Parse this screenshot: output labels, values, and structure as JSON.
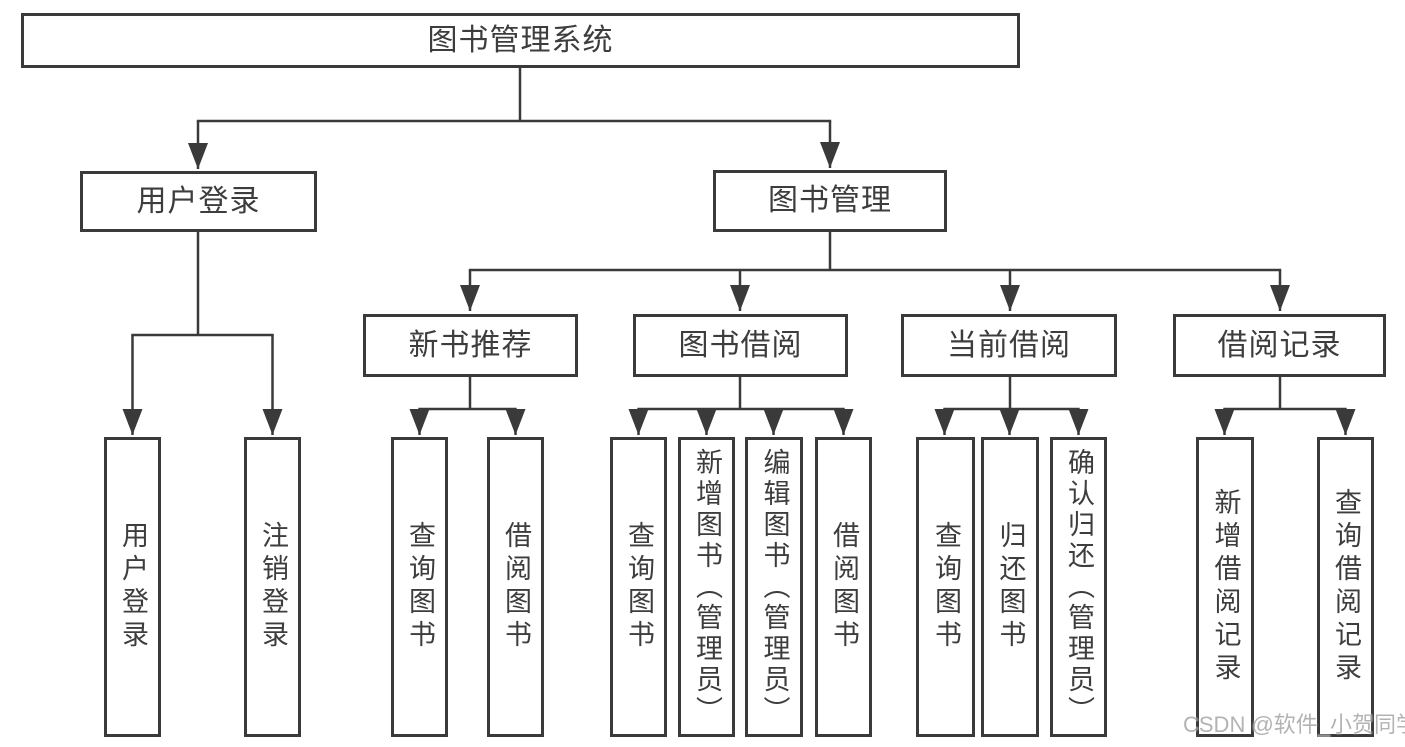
{
  "diagram": {
    "root": {
      "label": "图书管理系统"
    },
    "branches": [
      {
        "label": "用户登录"
      },
      {
        "label": "图书管理"
      }
    ],
    "modules": [
      {
        "label": "新书推荐"
      },
      {
        "label": "图书借阅"
      },
      {
        "label": "当前借阅"
      },
      {
        "label": "借阅记录"
      }
    ],
    "leaves": [
      {
        "label": "用户登录"
      },
      {
        "label": "注销登录"
      },
      {
        "label": "查询图书"
      },
      {
        "label": "借阅图书"
      },
      {
        "label": "查询图书"
      },
      {
        "label": "新增图书（管理员）"
      },
      {
        "label": "编辑图书（管理员）"
      },
      {
        "label": "借阅图书"
      },
      {
        "label": "查询图书"
      },
      {
        "label": "归还图书"
      },
      {
        "label": "确认归还（管理员）"
      },
      {
        "label": "新增借阅记录"
      },
      {
        "label": "查询借阅记录"
      }
    ]
  },
  "watermark": {
    "text": "CSDN @软件_小贺同学"
  },
  "colors": {
    "line": "#3a3a3a",
    "text": "#3d3d3d",
    "watermark": "#9e9e9e"
  }
}
